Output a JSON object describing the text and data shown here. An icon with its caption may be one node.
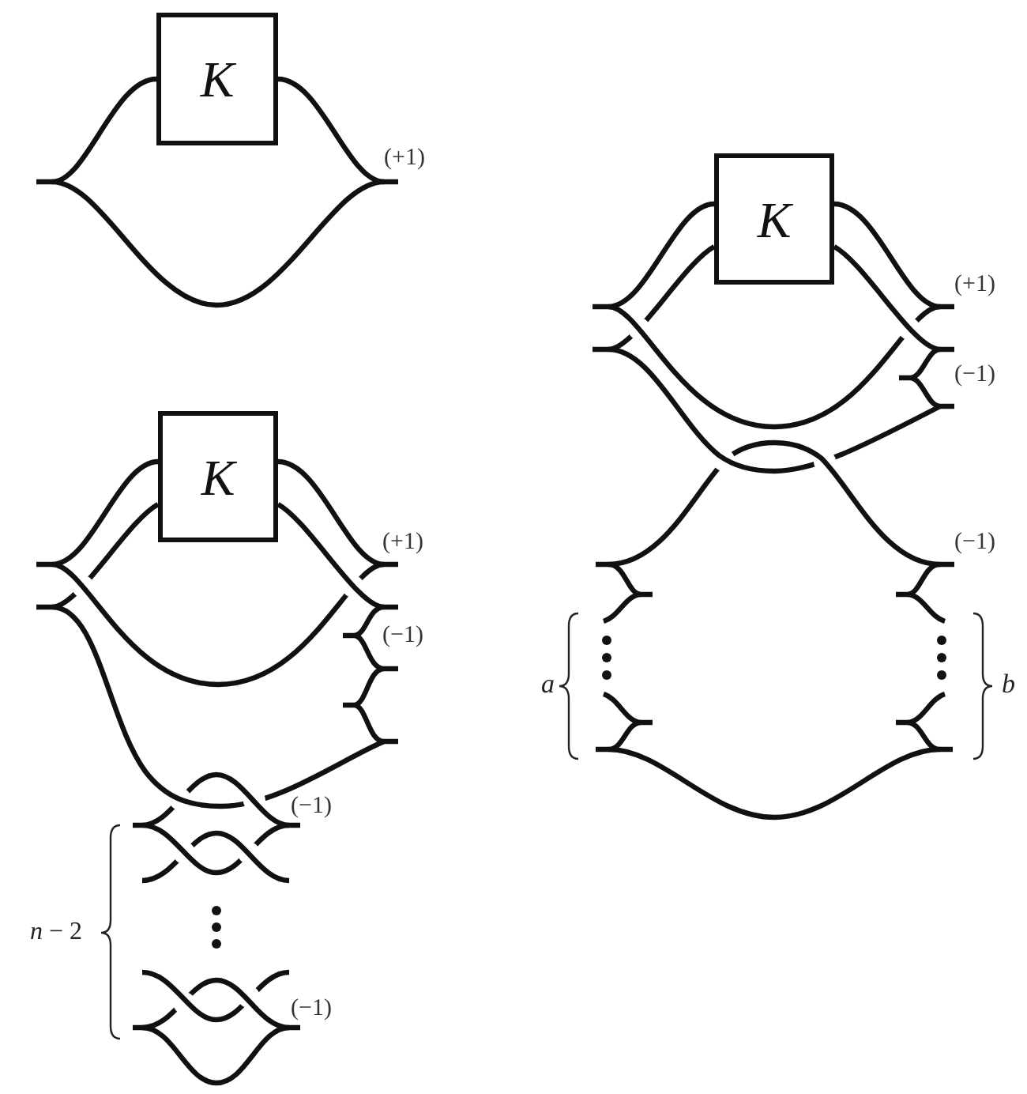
{
  "diagram": {
    "nodes": [
      {
        "text": [
          "K"
        ]
      },
      {
        "text": [
          "K"
        ]
      },
      {
        "text": [
          "K"
        ]
      }
    ],
    "labels": [
      "(+1)",
      "(+1)",
      "(−1)",
      "(−1)",
      "*n* − 2",
      "(−1)",
      "(+1)",
      "(−1)",
      "(−1)",
      "a",
      "b"
    ]
  }
}
